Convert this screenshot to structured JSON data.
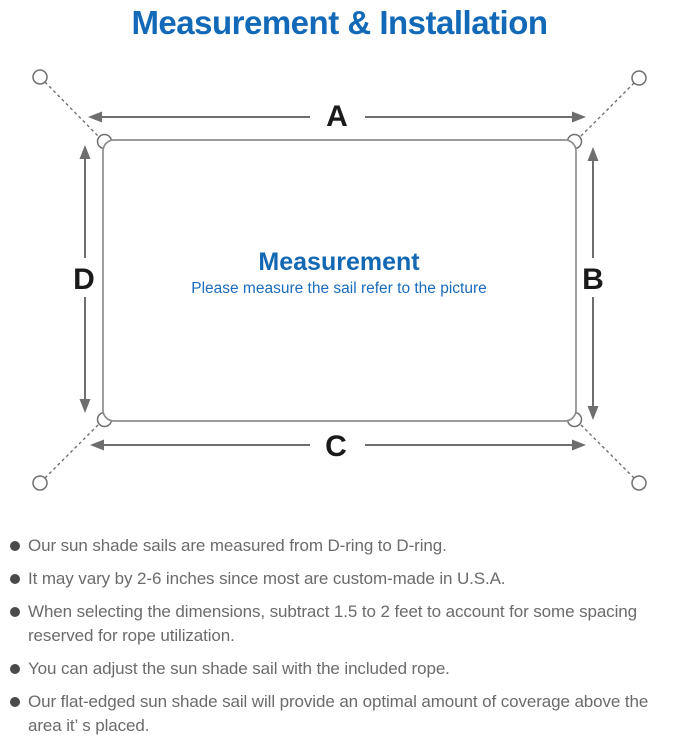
{
  "header": {
    "title": "Measurement & Installation",
    "title_color": "#1169b8"
  },
  "diagram": {
    "labels": {
      "top": "A",
      "right": "B",
      "bottom": "C",
      "left": "D"
    },
    "center_title": "Measurement",
    "center_subtitle": "Please measure the sail refer to the picture",
    "colors": {
      "dimension_line": "#6e6e6e",
      "sail_border": "#8f8f8f",
      "dimension_label": "#1a1a1a",
      "center_title": "#1268b3",
      "center_subtitle": "#1a6cbc"
    }
  },
  "notes": {
    "bullet_color": "#4a4a4a",
    "text_color": "#6b6b6b",
    "items": [
      "Our sun shade sails are measured from D-ring to D-ring.",
      "It may vary by 2-6 inches since most are custom-made in U.S.A.",
      "When selecting the dimensions, subtract 1.5 to 2 feet to account for some spacing reserved for rope utilization.",
      "You can adjust the sun shade sail with the included rope.",
      "Our flat-edged sun shade sail will provide an optimal amount of coverage above the area it’ s placed."
    ]
  }
}
